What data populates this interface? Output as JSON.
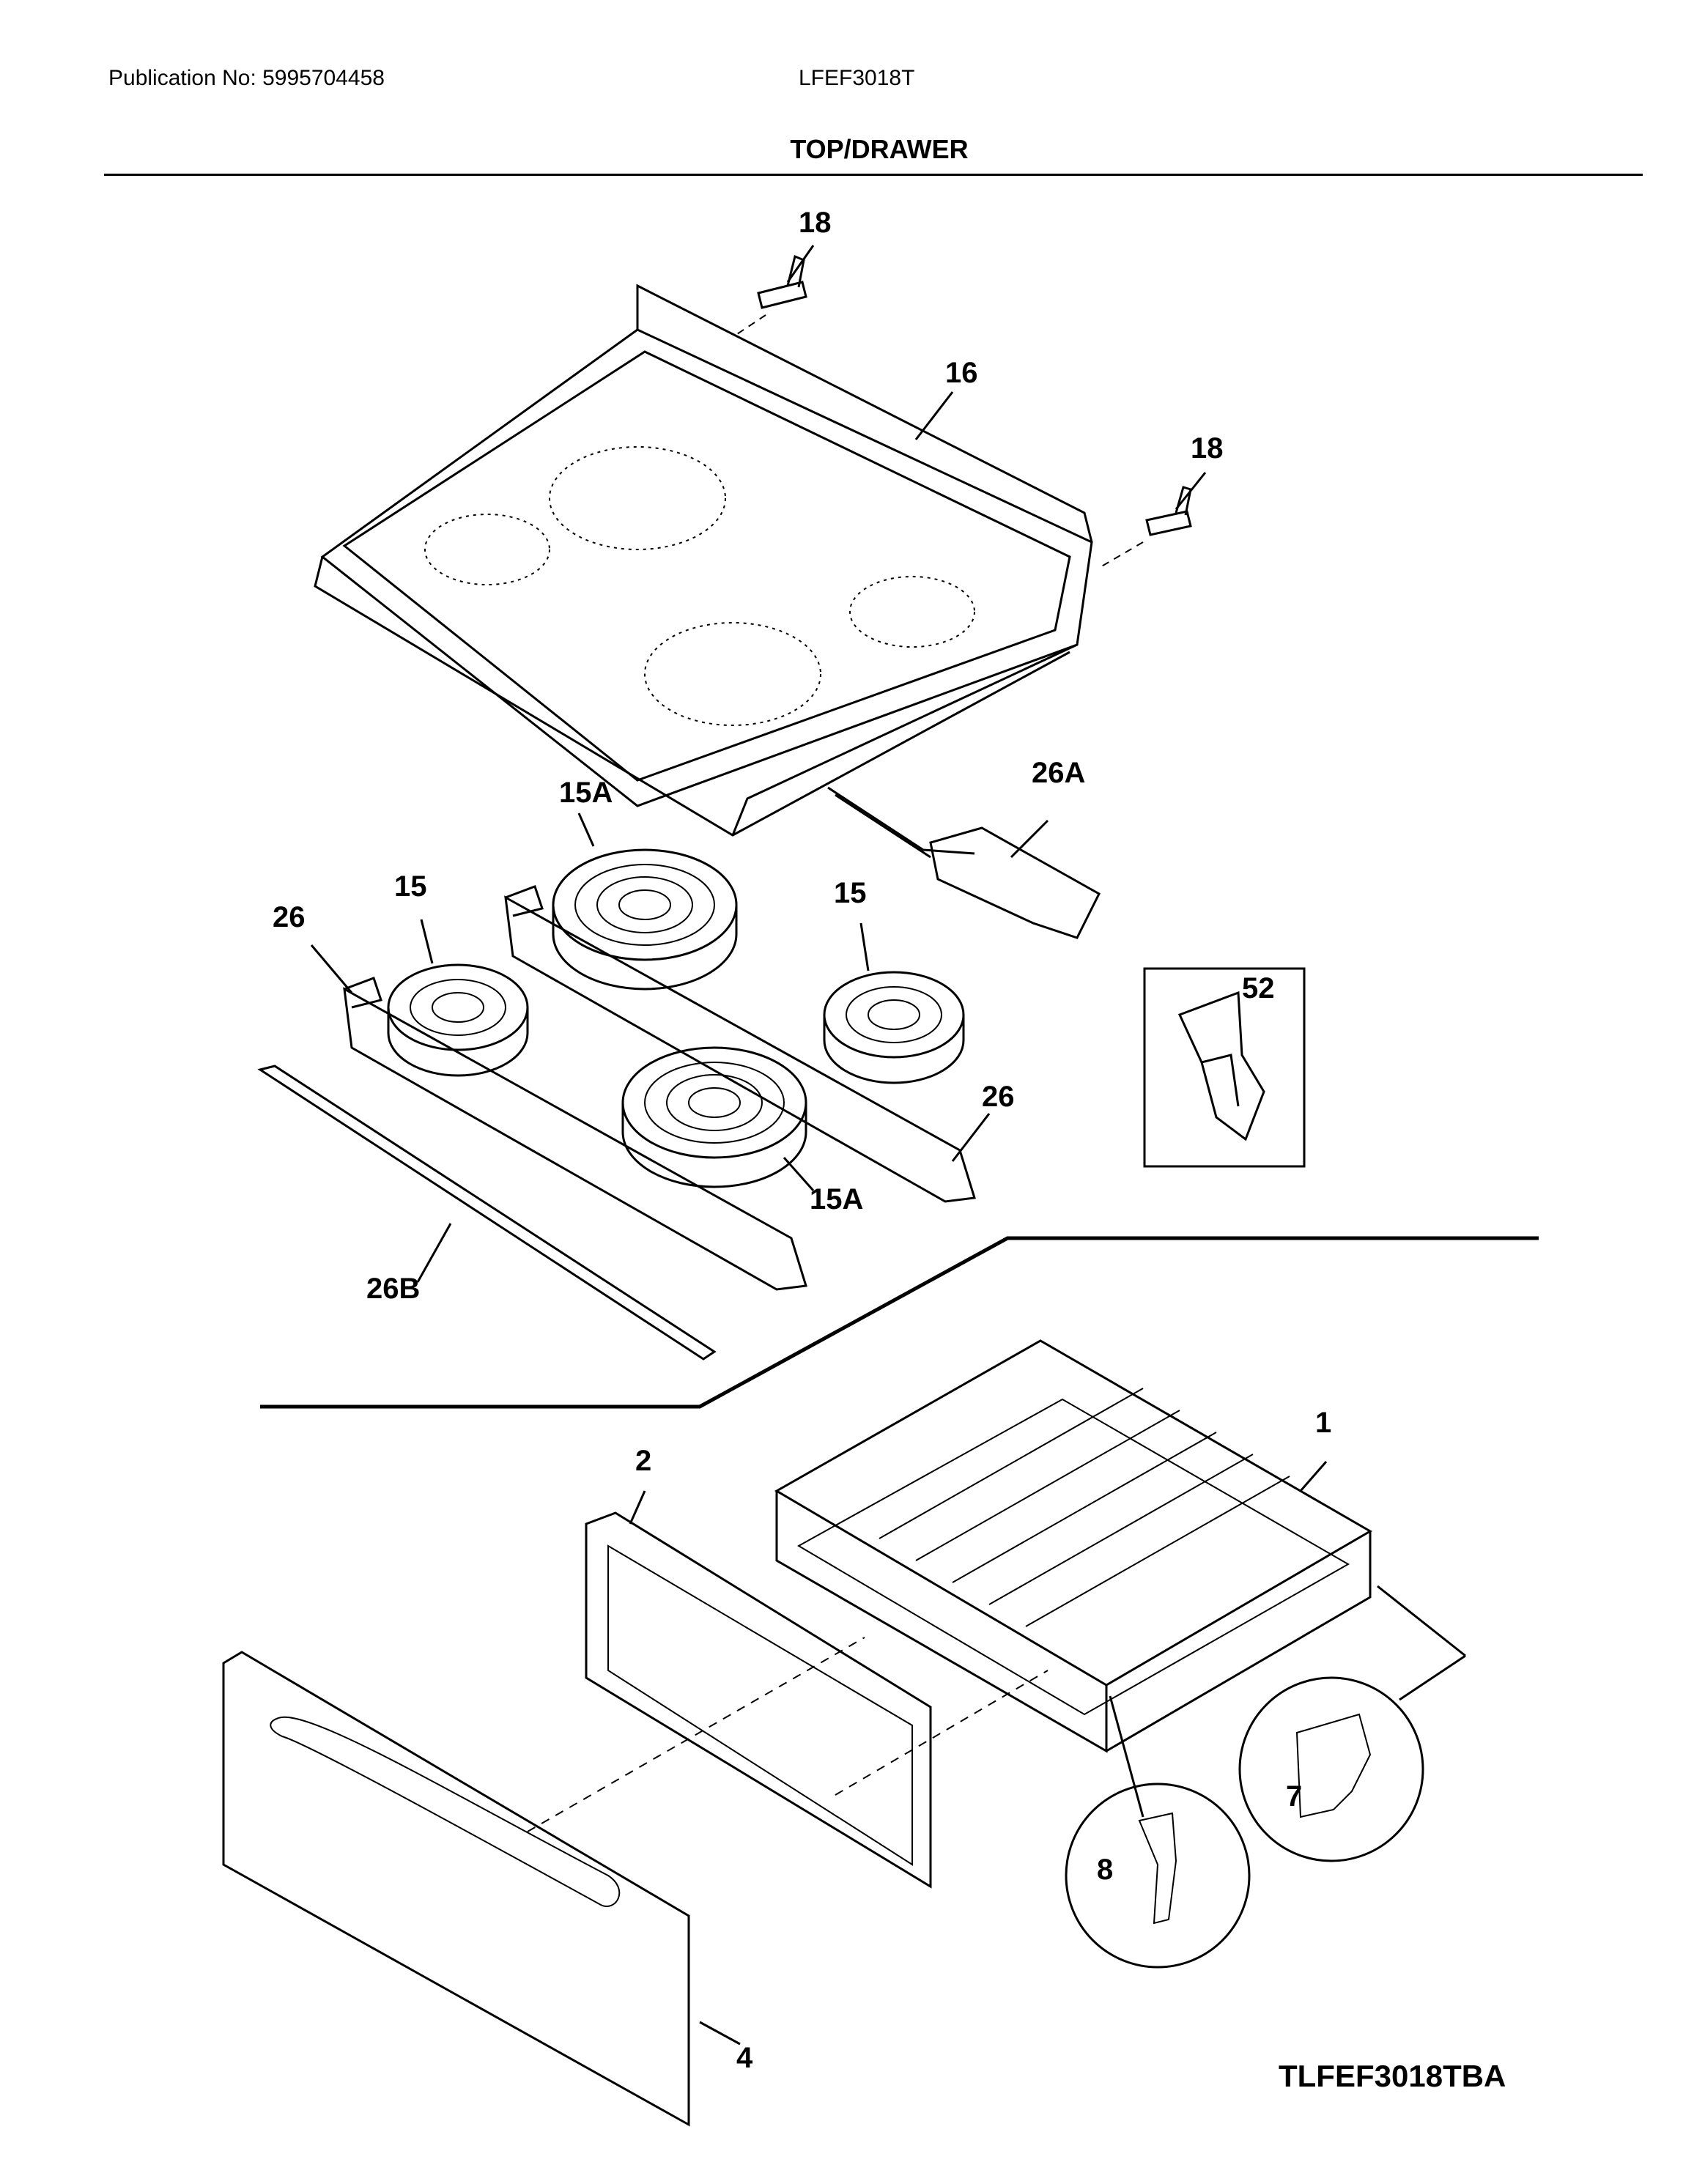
{
  "header": {
    "publication": "Publication No: 5995704458",
    "model": "LFEF3018T",
    "section_title": "TOP/DRAWER"
  },
  "callouts": {
    "c18a": "18",
    "c16": "16",
    "c18b": "18",
    "c26a": "26A",
    "c15a_top": "15A",
    "c15_left": "15",
    "c15_right": "15",
    "c26_left": "26",
    "c52": "52",
    "c26_right": "26",
    "c15a_bottom": "15A",
    "c26b": "26B",
    "c1": "1",
    "c2": "2",
    "c7": "7",
    "c8": "8",
    "c4": "4"
  },
  "diagram_code": "TLFEF3018TBA"
}
